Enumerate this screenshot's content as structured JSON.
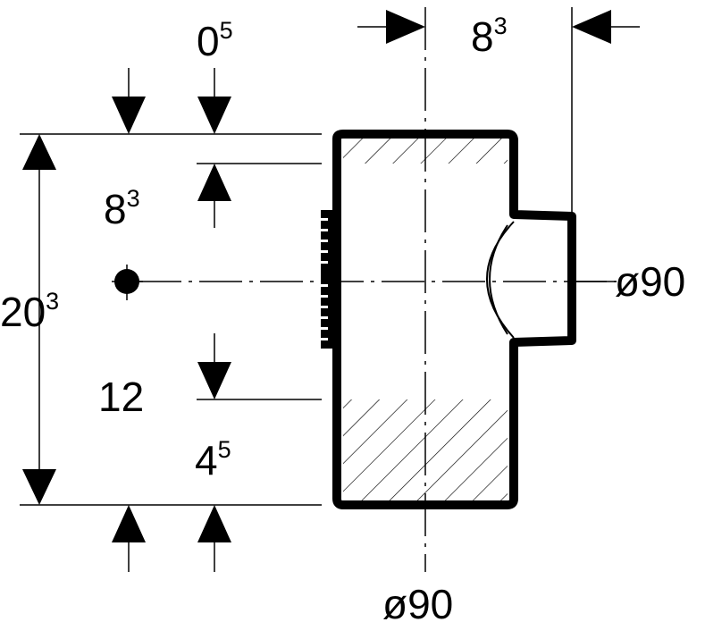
{
  "drawing": {
    "colors": {
      "ink": "#000000",
      "background": "#ffffff"
    },
    "dimensions": {
      "top_offset": {
        "main": "0",
        "sup": "5"
      },
      "branch_offset": {
        "main": "8",
        "sup": "3"
      },
      "upper_height": {
        "main": "8",
        "sup": "3"
      },
      "total_height": {
        "main": "20",
        "sup": "3"
      },
      "lower_gap": {
        "main": "12",
        "sup": ""
      },
      "bottom_offset": {
        "main": "4",
        "sup": "5"
      },
      "branch_diameter": "ø90",
      "main_diameter": "ø90"
    }
  }
}
